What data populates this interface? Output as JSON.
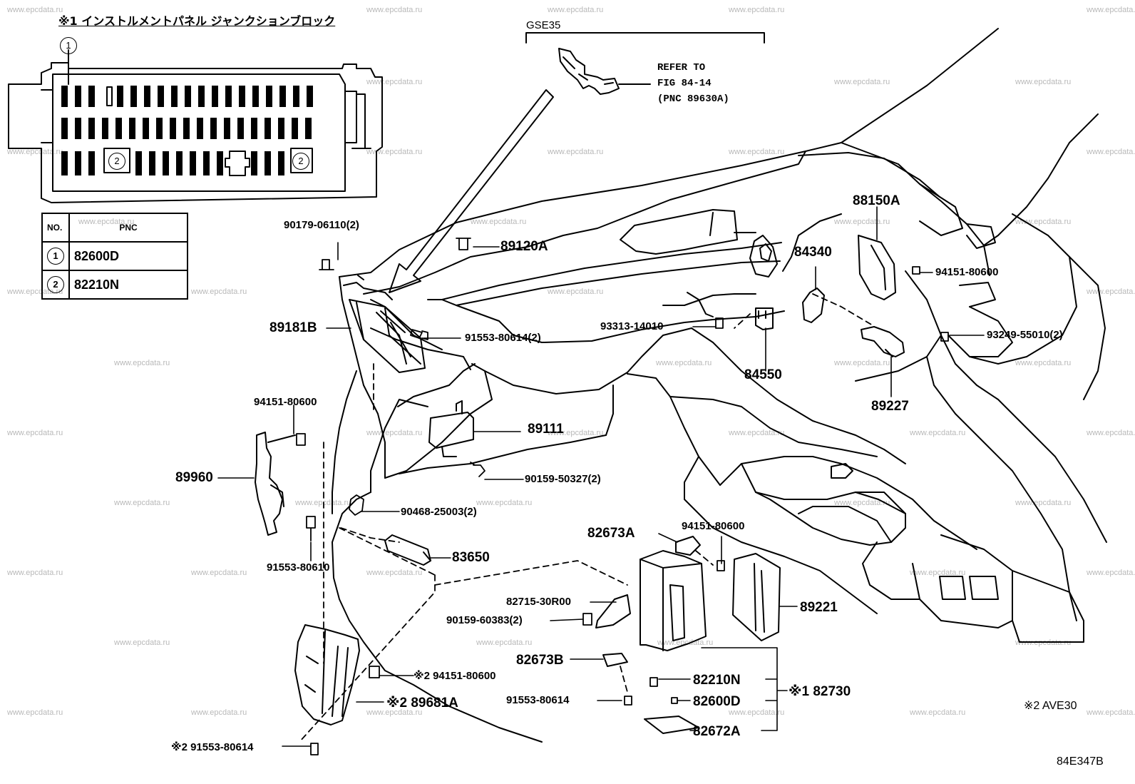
{
  "watermark": "www.epcdata.ru",
  "junction_block": {
    "title": "※1 インストルメントパネル ジャンクションブロック",
    "callouts": [
      "1",
      "2",
      "2"
    ]
  },
  "pnc_table": {
    "headers": [
      "NO.",
      "PNC"
    ],
    "rows": [
      {
        "no": "1",
        "pnc": "82600D"
      },
      {
        "no": "2",
        "pnc": "82210N"
      }
    ]
  },
  "gse_label": "GSE35",
  "refer": [
    "REFER TO",
    "FIG 84-14",
    "(PNC 89630A)"
  ],
  "part_labels": {
    "p90179": "90179-06110(2)",
    "p89120A": "89120A",
    "p89181B": "89181B",
    "p91553_2": "91553-80614(2)",
    "p94151_a": "94151-80600",
    "p89111": "89111",
    "p89960": "89960",
    "p90159_503": "90159-50327(2)",
    "p90468": "90468-25003(2)",
    "p91553_610": "91553-80610",
    "p83650": "83650",
    "p88150A": "88150A",
    "p84340": "84340",
    "p94151_b": "94151-80600",
    "p93313": "93313-14010",
    "p93249": "93249-55010(2)",
    "p84550": "84550",
    "p89227": "89227",
    "p82673A": "82673A",
    "p94151_c": "94151-80600",
    "p82715": "82715-30R00",
    "p90159_603": "90159-60383(2)",
    "p89221": "89221",
    "p82673B": "82673B",
    "p82210N": "82210N",
    "p82730": "※1 82730",
    "p91553_b": "91553-80614",
    "p82600D": "82600D",
    "p82672A": "82672A",
    "p94151_d": "※2 94151-80600",
    "p89681A": "※2 89681A",
    "p91553_c": "※2 91553-80614"
  },
  "ave_note": "※2 AVE30",
  "figure_code": "84E347B"
}
